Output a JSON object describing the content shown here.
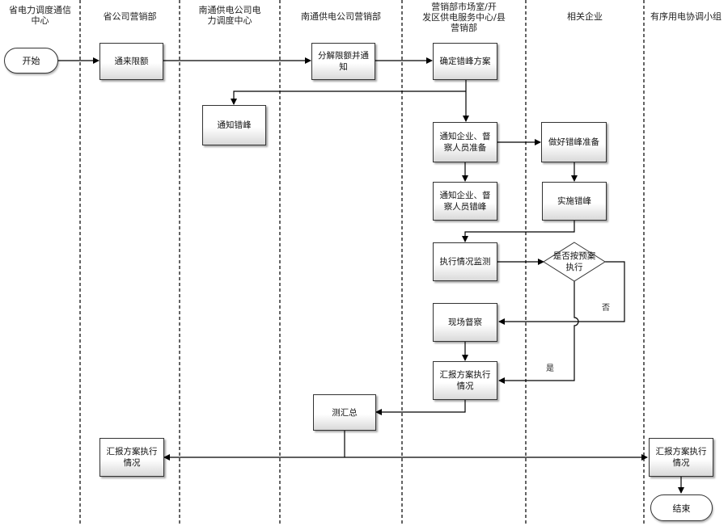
{
  "lanes": [
    {
      "title_l1": "省电力调度通信",
      "title_l2": "中心"
    },
    {
      "title_l1": "省公司营销部",
      "title_l2": ""
    },
    {
      "title_l1": "南通供电公司电",
      "title_l2": "力调度中心"
    },
    {
      "title_l1": "南通供电公司营销部",
      "title_l2": ""
    },
    {
      "title_l1": "营销部市场室/开",
      "title_l2": "发区供电服务中心/县",
      "title_l3": "营销部"
    },
    {
      "title_l1": "相关企业",
      "title_l2": ""
    },
    {
      "title_l1": "有序用电协调小组",
      "title_l2": ""
    }
  ],
  "nodes": {
    "start": "开始",
    "quota": "通来限额",
    "decompose": "分解限额并通知",
    "plan": "确定错峰方案",
    "notify_peak": "通知错峰",
    "notify_prepare": "通知企业、督察人员准备",
    "prepare": "做好错峰准备",
    "notify_execute": "通知企业、督察人员错峰",
    "implement": "实施错峰",
    "monitor": "执行情况监测",
    "decision": "是否按预案执行",
    "onsite": "现场督察",
    "report_exec": "汇报方案执行情况",
    "measure": "测汇总",
    "report_left": "汇报方案执行情况",
    "report_right": "汇报方案执行情况",
    "end": "结束"
  },
  "edge_labels": {
    "no": "否",
    "yes": "是"
  }
}
